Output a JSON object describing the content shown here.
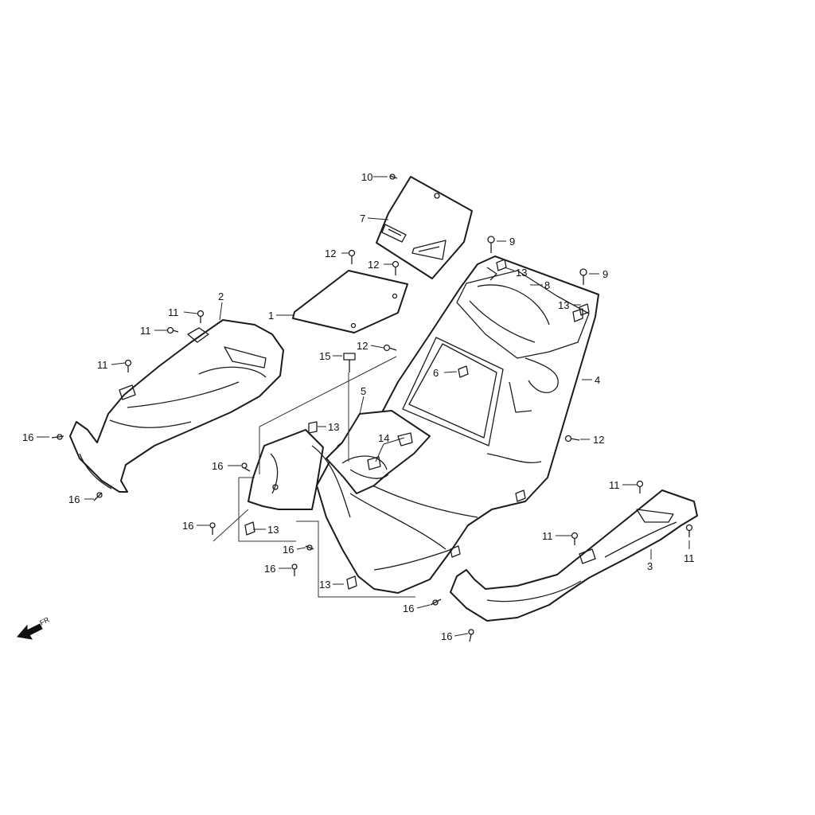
{
  "diagram": {
    "direction_marker": "FR",
    "callouts": [
      {
        "id": "c-10",
        "text": "10"
      },
      {
        "id": "c-7",
        "text": "7"
      },
      {
        "id": "c-9a",
        "text": "9"
      },
      {
        "id": "c-9b",
        "text": "9"
      },
      {
        "id": "c-12a",
        "text": "12"
      },
      {
        "id": "c-12b",
        "text": "12"
      },
      {
        "id": "c-12c",
        "text": "12"
      },
      {
        "id": "c-12d",
        "text": "12"
      },
      {
        "id": "c-13a",
        "text": "13"
      },
      {
        "id": "c-8",
        "text": "8"
      },
      {
        "id": "c-13b",
        "text": "13"
      },
      {
        "id": "c-1",
        "text": "1"
      },
      {
        "id": "c-2",
        "text": "2"
      },
      {
        "id": "c-11a",
        "text": "11"
      },
      {
        "id": "c-11b",
        "text": "11"
      },
      {
        "id": "c-11c",
        "text": "11"
      },
      {
        "id": "c-15",
        "text": "15"
      },
      {
        "id": "c-6",
        "text": "6"
      },
      {
        "id": "c-4",
        "text": "4"
      },
      {
        "id": "c-5",
        "text": "5"
      },
      {
        "id": "c-13c",
        "text": "13"
      },
      {
        "id": "c-14",
        "text": "14"
      },
      {
        "id": "c-16a",
        "text": "16"
      },
      {
        "id": "c-16b",
        "text": "16"
      },
      {
        "id": "c-16c",
        "text": "16"
      },
      {
        "id": "c-16d",
        "text": "16"
      },
      {
        "id": "c-13d",
        "text": "13"
      },
      {
        "id": "c-16e",
        "text": "16"
      },
      {
        "id": "c-16f",
        "text": "16"
      },
      {
        "id": "c-13e",
        "text": "13"
      },
      {
        "id": "c-16g",
        "text": "16"
      },
      {
        "id": "c-16h",
        "text": "16"
      },
      {
        "id": "c-11d",
        "text": "11"
      },
      {
        "id": "c-11e",
        "text": "11"
      },
      {
        "id": "c-11f",
        "text": "11"
      },
      {
        "id": "c-3",
        "text": "3"
      }
    ]
  },
  "colors": {
    "line": "#1c1c1c",
    "background": "#ffffff"
  }
}
